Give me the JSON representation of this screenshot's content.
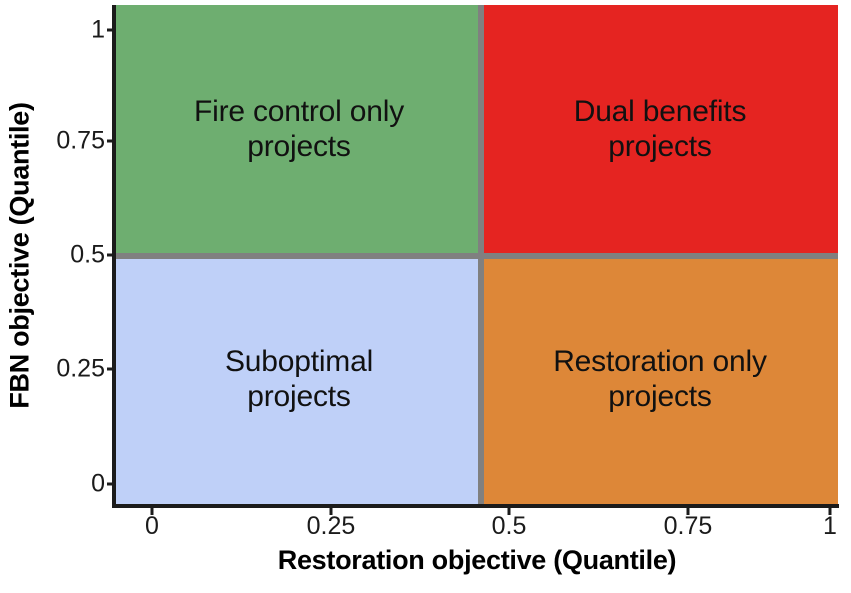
{
  "chart_data": {
    "type": "scatter",
    "title": "",
    "subtitle": "",
    "xlabel": "Restoration objective (Quantile)",
    "ylabel": "FBN objective (Quantile)",
    "xlim": [
      -0.04,
      1.05
    ],
    "ylim": [
      -0.04,
      1.05
    ],
    "xticks": [
      {
        "value": "0",
        "pos": 0.0
      },
      {
        "value": "0.25",
        "pos": 0.25
      },
      {
        "value": "0.5",
        "pos": 0.5
      },
      {
        "value": "0.75",
        "pos": 0.75
      },
      {
        "value": "1",
        "pos": 1.0
      }
    ],
    "yticks": [
      {
        "value": "0",
        "pos": 0.0
      },
      {
        "value": "0.25",
        "pos": 0.25
      },
      {
        "value": "0.5",
        "pos": 0.5
      },
      {
        "value": "0.75",
        "pos": 0.75
      },
      {
        "value": "1",
        "pos": 1.0
      }
    ],
    "grid": false,
    "legend": "none",
    "threshold_x": 0.5,
    "threshold_y": 0.5,
    "threshold_color": "#808080",
    "quadrants": [
      {
        "id": "top-left",
        "label_line1": "Fire control only",
        "label_line2": "projects",
        "color": "#6EAE70",
        "x_range": [
          0,
          0.5
        ],
        "y_range": [
          0.5,
          1
        ]
      },
      {
        "id": "top-right",
        "label_line1": "Dual benefits",
        "label_line2": "projects",
        "color": "#E52421",
        "x_range": [
          0.5,
          1
        ],
        "y_range": [
          0.5,
          1
        ]
      },
      {
        "id": "bottom-left",
        "label_line1": "Suboptimal",
        "label_line2": "projects",
        "color": "#BFD0F8",
        "x_range": [
          0,
          0.5
        ],
        "y_range": [
          0,
          0.5
        ]
      },
      {
        "id": "bottom-right",
        "label_line1": "Restoration only",
        "label_line2": "projects",
        "color": "#DD8738",
        "x_range": [
          0.5,
          1
        ],
        "y_range": [
          0,
          0.5
        ]
      }
    ]
  },
  "axis": {
    "x_title": "Restoration objective (Quantile)",
    "y_title": "FBN objective (Quantile)"
  },
  "colors": {
    "fire_control_green": "#6EAE70",
    "dual_benefits_red": "#E52421",
    "suboptimal_blue": "#BFD0F8",
    "restoration_orange": "#DD8738",
    "divider_gray": "#808080",
    "axis_black": "#1b1b1b"
  }
}
